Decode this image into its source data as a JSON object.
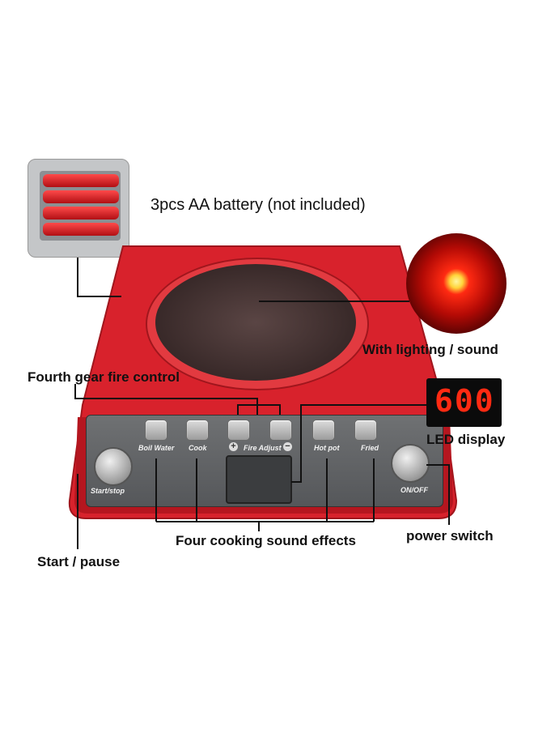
{
  "callouts": {
    "battery": "3pcs AA battery (not included)",
    "lighting": "With lighting / sound",
    "fire_control": "Fourth gear fire control",
    "led_display": "LED display",
    "power_switch": "power switch",
    "cooking_sounds": "Four cooking sound effects",
    "start_pause": "Start / pause"
  },
  "panel": {
    "boil_water": "Boil Water",
    "cook": "Cook",
    "fire_adjust": "Fire Adjust",
    "hot_pot": "Hot pot",
    "fried": "Fried",
    "start_stop": "Start/stop",
    "on_off": "ON/OFF",
    "plus": "+",
    "minus": "−"
  },
  "led": {
    "value": "600"
  },
  "colors": {
    "body_red": "#d8222c",
    "led_red": "#ff2a12"
  }
}
